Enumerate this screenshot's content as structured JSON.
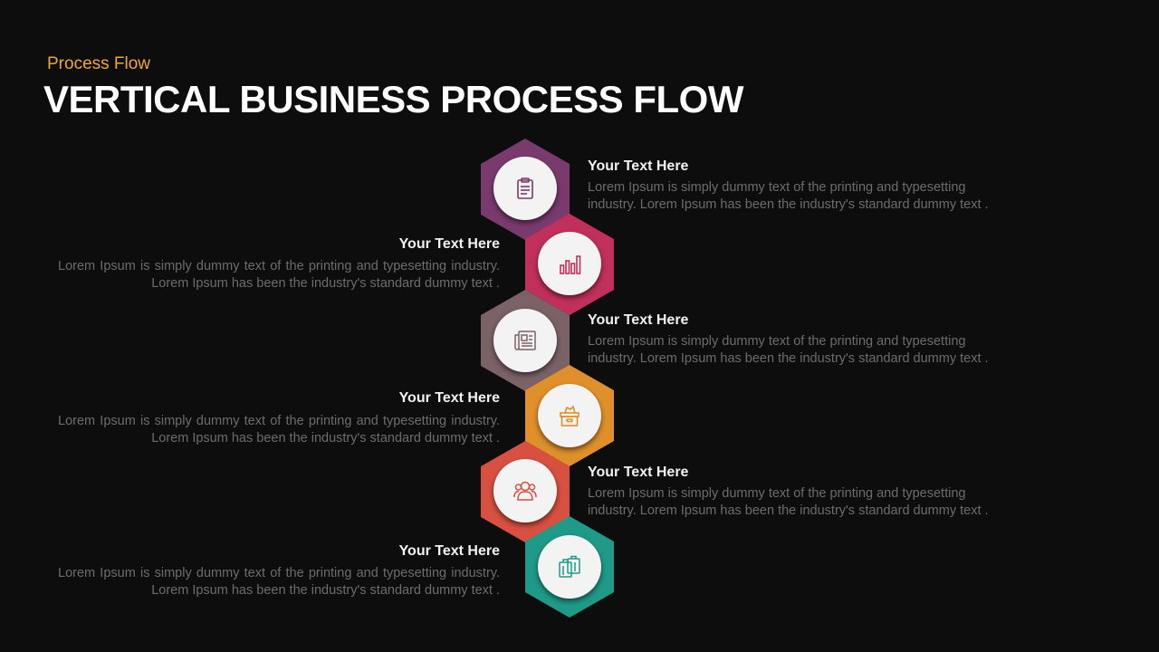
{
  "header": {
    "subtitle": "Process Flow",
    "title": "VERTICAL BUSINESS PROCESS FLOW"
  },
  "steps": [
    {
      "heading": "Your  Text Here",
      "body": "Lorem Ipsum is simply dummy text of the printing and typesetting industry. Lorem Ipsum has been the industry's standard dummy text .",
      "color": "#7a3a6e",
      "icon": "clipboard-icon"
    },
    {
      "heading": "Your  Text Here",
      "body": "Lorem Ipsum is simply dummy text of the printing and typesetting industry. Lorem Ipsum has been the industry's standard dummy text .",
      "color": "#c0305a",
      "icon": "bar-chart-icon"
    },
    {
      "heading": "Your  Text Here",
      "body": "Lorem Ipsum is simply dummy text of the printing and typesetting industry. Lorem Ipsum has been the industry's standard dummy text .",
      "color": "#7a6266",
      "icon": "newspaper-icon"
    },
    {
      "heading": "Your  Text Here",
      "body": "Lorem Ipsum is simply dummy text of the printing and typesetting industry. Lorem Ipsum has been the industry's standard dummy text .",
      "color": "#e0902a",
      "icon": "archive-box-icon"
    },
    {
      "heading": "Your  Text Here",
      "body": "Lorem Ipsum is simply dummy text of the printing and typesetting industry. Lorem Ipsum has been the industry's standard dummy text .",
      "color": "#d85040",
      "icon": "users-icon"
    },
    {
      "heading": "Your  Text Here",
      "body": "Lorem Ipsum is simply dummy text of the printing and typesetting industry. Lorem Ipsum has been the industry's standard dummy text .",
      "color": "#1f9a88",
      "icon": "briefcases-icon"
    }
  ]
}
